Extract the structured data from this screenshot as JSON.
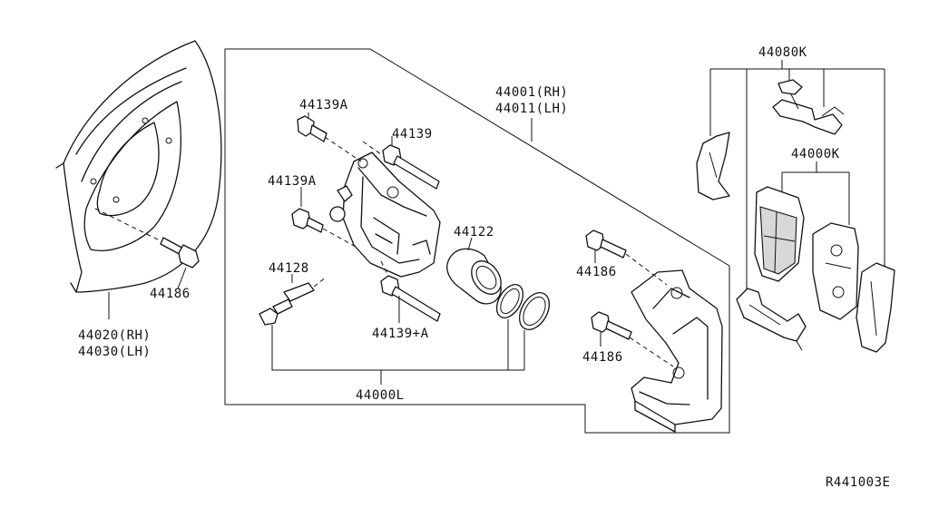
{
  "diagram": {
    "labels": {
      "p44020": "44020(RH)",
      "p44030": "44030(LH)",
      "p44186_a": "44186",
      "p44139A_top": "44139A",
      "p44139": "44139",
      "p44139A_mid": "44139A",
      "p44128": "44128",
      "p44139plusA": "44139+A",
      "p44000L": "44000L",
      "p44001": "44001(RH)",
      "p44011": "44011(LH)",
      "p44122": "44122",
      "p44186_b": "44186",
      "p44186_c": "44186",
      "p44080K": "44080K",
      "p44000K": "44000K",
      "ref_code": "R441003E"
    }
  }
}
